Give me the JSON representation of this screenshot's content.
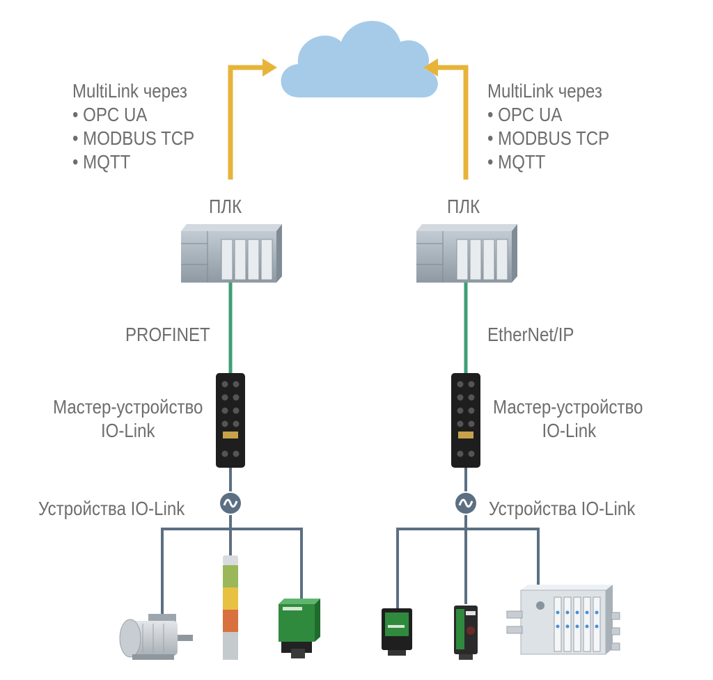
{
  "left": {
    "protocols_title": "MultiLink через",
    "protocols": [
      "OPC UA",
      "MODBUS TCP",
      "MQTT"
    ],
    "plc_label": "ПЛК",
    "network_label": "PROFINET",
    "master_label_line1": "Мастер-устройство",
    "master_label_line2": "IO-Link",
    "devices_label": "Устройства IO-Link"
  },
  "right": {
    "protocols_title": "MultiLink через",
    "protocols": [
      "OPC UA",
      "MODBUS TCP",
      "MQTT"
    ],
    "plc_label": "ПЛК",
    "network_label": "EtherNet/IP",
    "master_label_line1": "Мастер-устройство",
    "master_label_line2": "IO-Link",
    "devices_label": "Устройства IO-Link"
  },
  "colors": {
    "text": "#6d6d6d",
    "cloud": "#a6cbe9",
    "arrow": "#e7b43a",
    "ethernet": "#3f9e76",
    "iolink_wire": "#5c6f82",
    "plc": "#aab4bd",
    "master": "#1e1e1e",
    "signal_green": "#9ab85a",
    "signal_yellow": "#e8c042",
    "signal_red": "#d9703f",
    "sensor_green": "#2f8a3e"
  }
}
